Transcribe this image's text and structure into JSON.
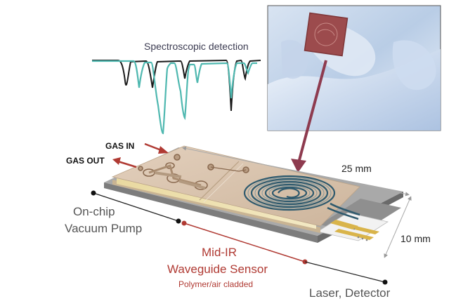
{
  "labels": {
    "spectroscopic": "Spectroscopic detection",
    "gas_in": "GAS IN",
    "gas_out": "GAS OUT",
    "length": "25 mm",
    "width": "10 mm",
    "pump_line1": "On-chip",
    "pump_line2": "Vacuum Pump",
    "sensor_line1": "Mid-IR",
    "sensor_line2": "Waveguide Sensor",
    "cladding": "Polymer/air cladded",
    "laser": "Laser, Detector"
  },
  "colors": {
    "accent_red": "#b03a33",
    "arrow_maroon": "#8e3b4f",
    "spectrum_teal": "#4fb8b0",
    "spectrum_black": "#1a1a1a",
    "chip_beige": "#d8c3ad",
    "base_grey": "#9a9a9a"
  }
}
